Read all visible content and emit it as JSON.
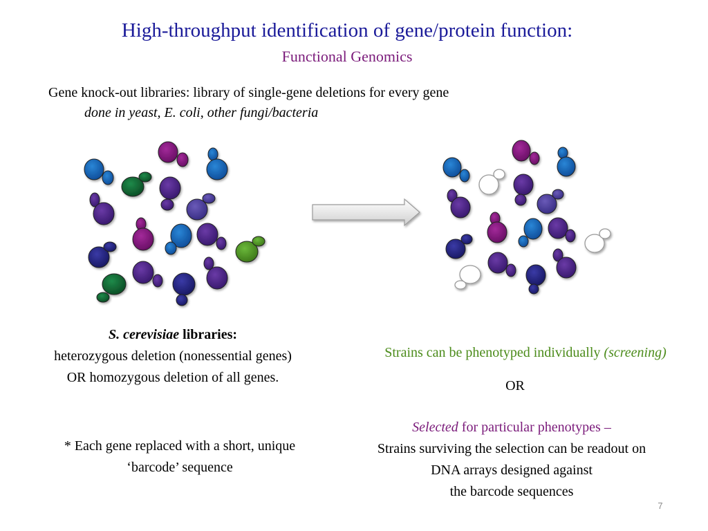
{
  "colors": {
    "title": "#1a1a99",
    "subtitle": "#7a1a7a",
    "green_text": "#4b8b1a",
    "purple_text": "#7a1a7a",
    "slide_number": "#8a8a8a"
  },
  "title": "High-throughput identification of gene/protein function:",
  "subtitle": "Functional Genomics",
  "intro": {
    "line1": "Gene knock-out libraries:  library of single-gene deletions for every gene",
    "line2": "done in yeast, E. coli, other fungi/bacteria"
  },
  "libraries": {
    "heading_italic": "S. cerevisiae",
    "heading_bold": " libraries:",
    "line2": "heterozygous deletion (nonessential genes)",
    "line3": "OR homozygous deletion of all genes."
  },
  "barcode": {
    "line1": "* Each gene replaced with a short, unique",
    "line2": "‘barcode’ sequence"
  },
  "screening": {
    "text": "Strains can be phenotyped individually ",
    "italic": "(screening)"
  },
  "or_label": "OR",
  "selection": {
    "italic": "Selected",
    "text": " for particular phenotypes –",
    "line2": "Strains surviving the selection can be readout on",
    "line3": "DNA arrays designed against",
    "line4": "the barcode sequences"
  },
  "slide_number": "7",
  "illustration": {
    "left_cluster": "yeast-cell-library",
    "arrow": "right-arrow-icon",
    "right_cluster": "yeast-cells-after-selection"
  }
}
